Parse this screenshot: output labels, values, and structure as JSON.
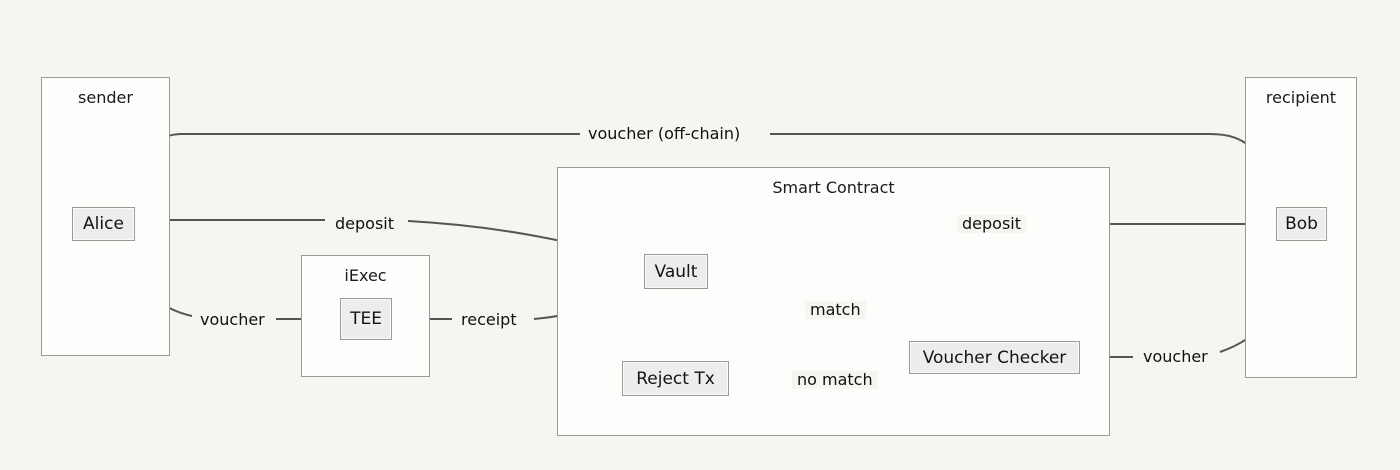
{
  "diagram": {
    "title_present": false,
    "background_color": "#f6f5f1",
    "node_fill": "#ededed",
    "stroke_color": "#5a5a5a",
    "containers": [
      {
        "id": "sender",
        "label": "sender"
      },
      {
        "id": "iexec",
        "label": "iExec"
      },
      {
        "id": "smart_contract",
        "label": "Smart Contract"
      },
      {
        "id": "recipient",
        "label": "recipient"
      }
    ],
    "nodes": [
      {
        "id": "alice",
        "label": "Alice",
        "container": "sender"
      },
      {
        "id": "tee",
        "label": "TEE",
        "container": "iexec"
      },
      {
        "id": "vault",
        "label": "Vault",
        "container": "smart_contract"
      },
      {
        "id": "voucher_checker",
        "label": "Voucher Checker",
        "container": "smart_contract"
      },
      {
        "id": "reject_tx",
        "label": "Reject Tx",
        "container": "smart_contract"
      },
      {
        "id": "bob",
        "label": "Bob",
        "container": "recipient"
      }
    ],
    "edges": [
      {
        "id": "alice-bob-offchain",
        "from": "alice",
        "to": "bob",
        "label": "voucher (off-chain)"
      },
      {
        "id": "alice-vault",
        "from": "alice",
        "to": "vault",
        "label": "deposit"
      },
      {
        "id": "vault-bob",
        "from": "vault",
        "to": "bob",
        "label": "deposit"
      },
      {
        "id": "bob-voucher-checker",
        "from": "bob",
        "to": "voucher_checker",
        "label": "voucher"
      },
      {
        "id": "checker-vault",
        "from": "voucher_checker",
        "to": "vault",
        "label": "match"
      },
      {
        "id": "checker-reject",
        "from": "voucher_checker",
        "to": "reject_tx",
        "label": "no match"
      },
      {
        "id": "vault-tee",
        "from": "vault",
        "to": "tee",
        "label": "receipt"
      },
      {
        "id": "tee-alice",
        "from": "tee",
        "to": "alice",
        "label": "voucher"
      }
    ]
  }
}
